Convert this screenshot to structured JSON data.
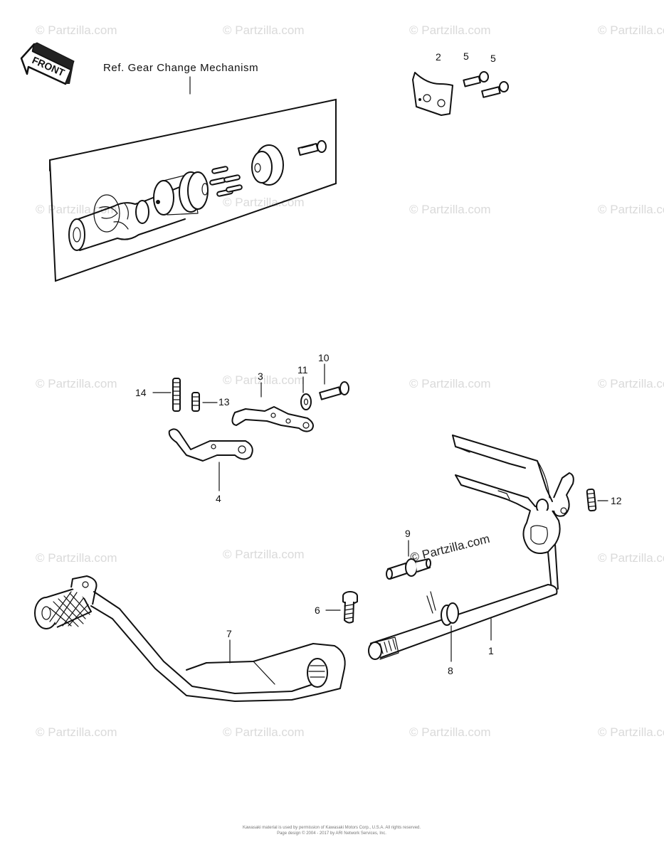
{
  "diagram": {
    "title": "Ref. Gear Change Mechanism",
    "front_label": "FRONT",
    "watermark": "© Partzilla.com",
    "callouts": [
      {
        "id": "c1",
        "text": "1"
      },
      {
        "id": "c2",
        "text": "2"
      },
      {
        "id": "c3",
        "text": "3"
      },
      {
        "id": "c4",
        "text": "4"
      },
      {
        "id": "c5a",
        "text": "5"
      },
      {
        "id": "c5b",
        "text": "5"
      },
      {
        "id": "c6",
        "text": "6"
      },
      {
        "id": "c7",
        "text": "7"
      },
      {
        "id": "c8",
        "text": "8"
      },
      {
        "id": "c9",
        "text": "9"
      },
      {
        "id": "c10",
        "text": "10"
      },
      {
        "id": "c11",
        "text": "11"
      },
      {
        "id": "c12",
        "text": "12"
      },
      {
        "id": "c13",
        "text": "13"
      },
      {
        "id": "c14",
        "text": "14"
      }
    ],
    "footer": {
      "line1": "Kawasaki material is used by permission of Kawasaki Motors Corp., U.S.A. All rights reserved.",
      "line2": "Page design © 2004 - 2017 by ARI Network Services, Inc."
    }
  }
}
